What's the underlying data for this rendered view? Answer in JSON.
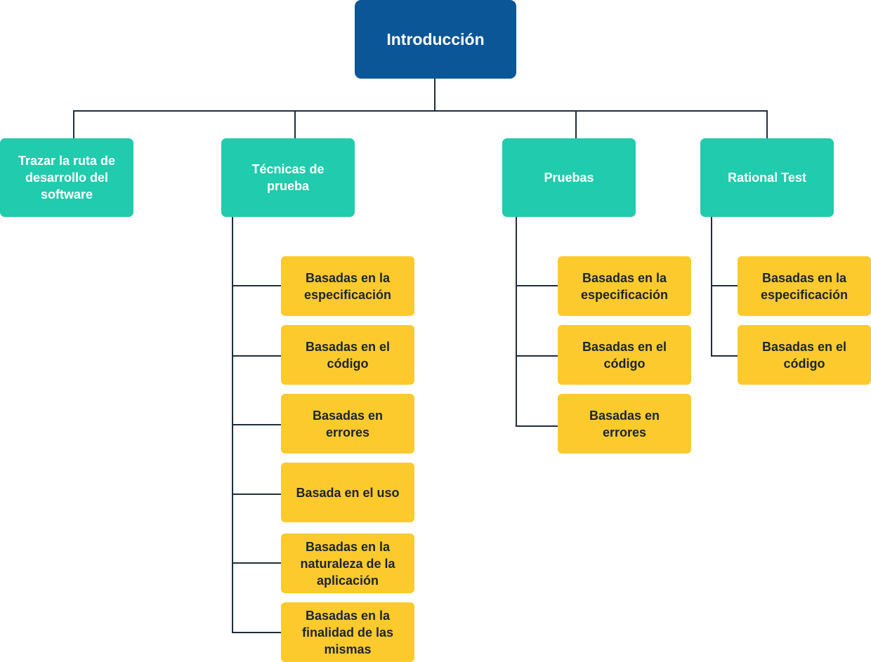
{
  "diagram": {
    "root": {
      "label": "Introducción"
    },
    "branches": [
      {
        "label": "Trazar la ruta de desarrollo del software",
        "children": []
      },
      {
        "label": "Técnicas de prueba",
        "children": [
          "Basadas en la especificación",
          "Basadas en el código",
          "Basadas en errores",
          "Basada en el uso",
          "Basadas en la naturaleza de la aplicación",
          "Basadas en la finalidad de las mismas"
        ]
      },
      {
        "label": "Pruebas",
        "children": [
          "Basadas en la especificación",
          "Basadas en el código",
          "Basadas en errores"
        ]
      },
      {
        "label": "Rational Test",
        "children": [
          "Basadas en la especificación",
          "Basadas en el código"
        ]
      }
    ],
    "colors": {
      "root": "#0b5697",
      "branch": "#21cbad",
      "leaf": "#fcca2c",
      "connector": "#1f2d3d"
    }
  }
}
